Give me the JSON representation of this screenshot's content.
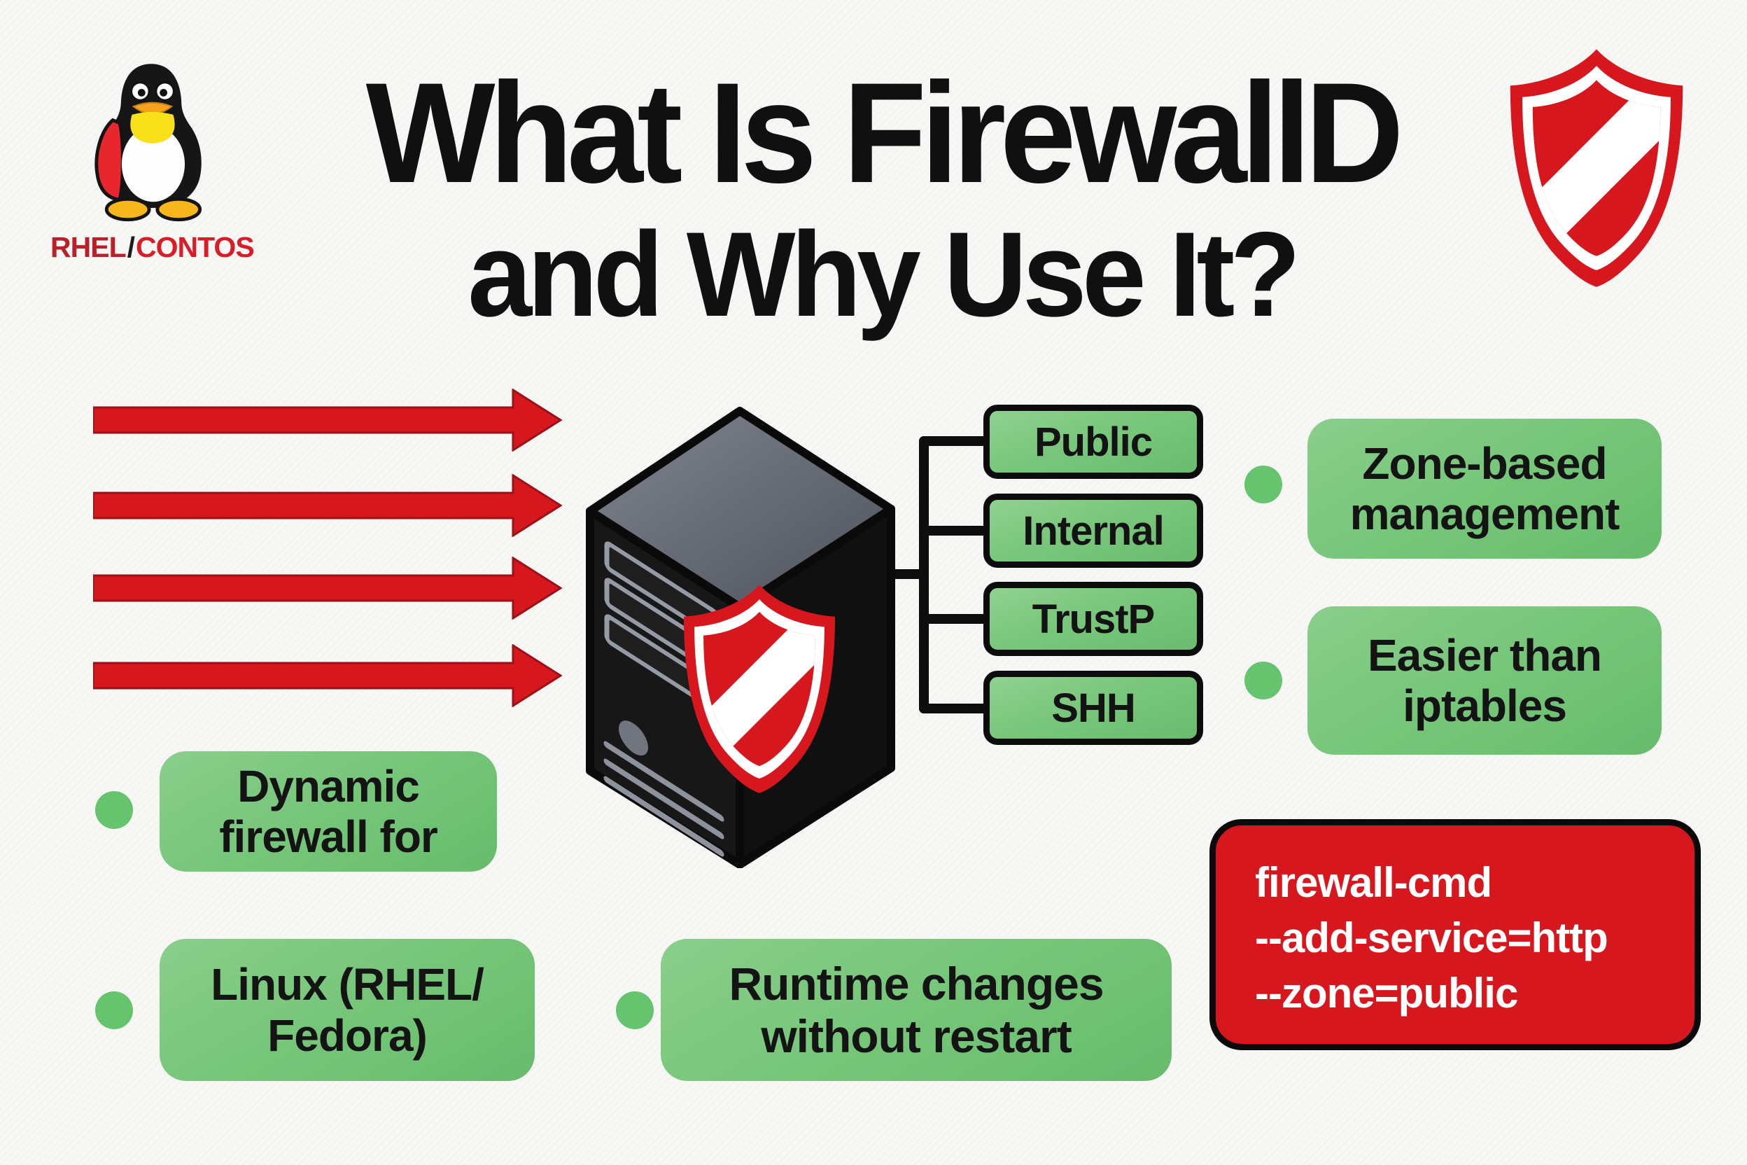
{
  "page": {
    "background": "#f7f7f5"
  },
  "brand": {
    "rhel": "RHEL",
    "slash": "/",
    "contos": "CONTOS"
  },
  "title": {
    "line1": "What Is FirewallD",
    "line2": "and Why Use It?"
  },
  "diagram": {
    "zones": [
      "Public",
      "Internal",
      "TrustP",
      "SHH"
    ],
    "benefits": [
      {
        "lines": [
          "Zone-based",
          "management"
        ]
      },
      {
        "lines": [
          "Easier than",
          "iptables"
        ]
      },
      {
        "lines": [
          "Dynamic",
          "firewall for"
        ]
      },
      {
        "lines": [
          "Linux (RHEL/",
          "Fedora)"
        ]
      },
      {
        "lines": [
          "Runtime changes",
          "without restart"
        ]
      }
    ],
    "code": {
      "lines": [
        "firewall-cmd",
        "--add-service=http",
        "--zone=public"
      ]
    }
  },
  "icons": {
    "logo": "tux-penguin-icon",
    "header_shield": "firewall-shield-icon",
    "server": "server-tower-icon",
    "server_shield": "firewall-shield-icon",
    "traffic": "incoming-traffic-arrow-icon"
  },
  "colors": {
    "red": "#d6171e",
    "green_box": "#74c578",
    "green_dot": "#66c46e",
    "line_black": "#0d0d0d",
    "title_black": "#101010"
  }
}
